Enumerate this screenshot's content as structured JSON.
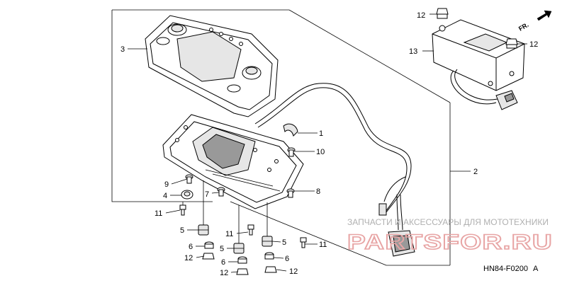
{
  "callouts": [
    {
      "id": "c3",
      "label": "3"
    },
    {
      "id": "c12a",
      "label": "12"
    },
    {
      "id": "c12b",
      "label": "12"
    },
    {
      "id": "c13",
      "label": "13"
    },
    {
      "id": "c1",
      "label": "1"
    },
    {
      "id": "c10",
      "label": "10"
    },
    {
      "id": "c2",
      "label": "2"
    },
    {
      "id": "c9",
      "label": "9"
    },
    {
      "id": "c4",
      "label": "4"
    },
    {
      "id": "c7",
      "label": "7"
    },
    {
      "id": "c8",
      "label": "8"
    },
    {
      "id": "c11a",
      "label": "11"
    },
    {
      "id": "c5a",
      "label": "5"
    },
    {
      "id": "c6a",
      "label": "6"
    },
    {
      "id": "c12c",
      "label": "12"
    },
    {
      "id": "c11b",
      "label": "11"
    },
    {
      "id": "c5b",
      "label": "5"
    },
    {
      "id": "c5c",
      "label": "5"
    },
    {
      "id": "c6b",
      "label": "6"
    },
    {
      "id": "c6c",
      "label": "6"
    },
    {
      "id": "c12d",
      "label": "12"
    },
    {
      "id": "c12e",
      "label": "12"
    },
    {
      "id": "c11c",
      "label": "11"
    }
  ],
  "direction_marker": {
    "text": "FR."
  },
  "watermark": {
    "caption": "ЗАПЧАСТИ И АКСЕССУАРЫ ДЛЯ МОТОТЕХНИКИ",
    "brand": "PARTSFOR.RU"
  },
  "diagram_code": "HN84-F0200",
  "diagram_code_suffix": "A",
  "colors": {
    "line": "#000000",
    "watermark_text": "#b0b0b0",
    "watermark_brand": "#e8a5a5"
  }
}
